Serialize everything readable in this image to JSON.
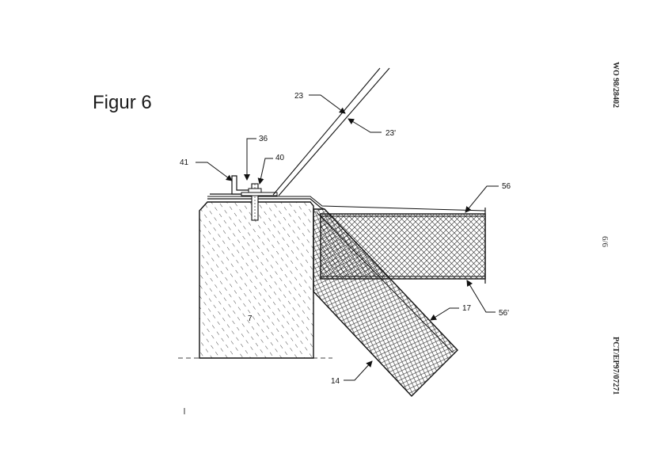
{
  "title": "Figur 6",
  "publication_number": "WO 98/28402",
  "page_number": "6/6",
  "application_number": "PCT/EP97/07271",
  "labels": {
    "l23": "23",
    "l23p": "23'",
    "l36": "36",
    "l40": "40",
    "l41": "41",
    "l56": "56",
    "l56p": "56'",
    "l17": "17",
    "l14": "14",
    "l7": "7"
  }
}
